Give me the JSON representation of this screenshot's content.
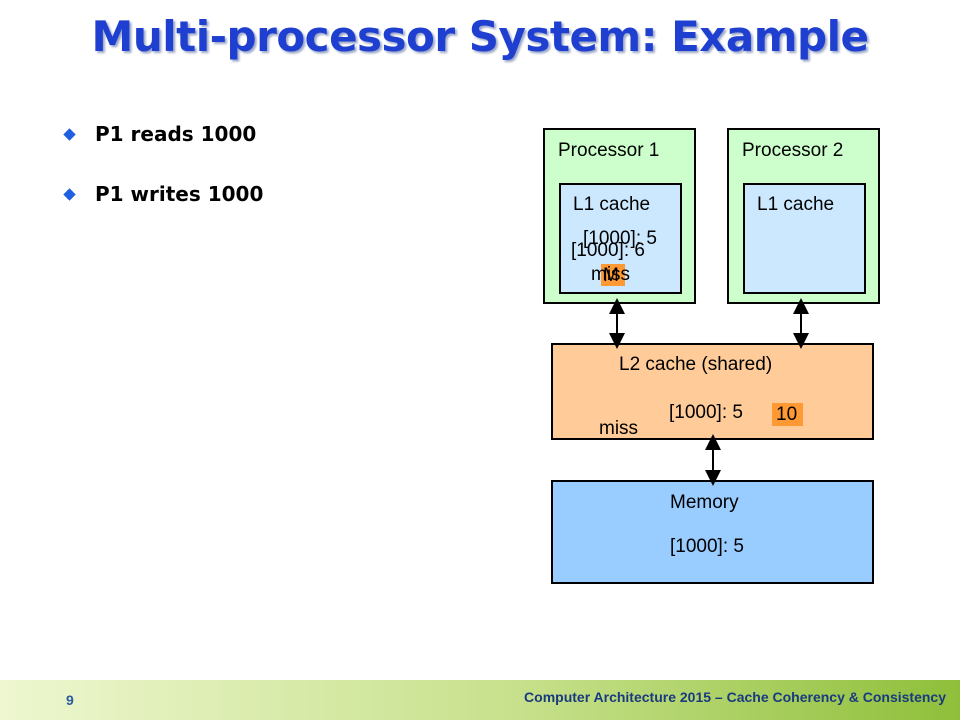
{
  "title": "Multi-processor System: Example",
  "bullets": [
    "P1 reads 1000",
    "P1 writes 1000"
  ],
  "processor1": {
    "label": "Processor 1",
    "l1_label": "L1 cache",
    "entry_old": "[1000]: 5",
    "entry_new": "[1000]: 6",
    "miss": "miss",
    "state": "M"
  },
  "processor2": {
    "label": "Processor 2",
    "l1_label": "L1 cache"
  },
  "l2": {
    "label": "L2 cache (shared)",
    "entry": "[1000]: 5",
    "new_value": "10",
    "miss": "miss"
  },
  "memory": {
    "label": "Memory",
    "entry": "[1000]: 5"
  },
  "footer": {
    "page": "9",
    "text": "Computer Architecture 2015 – Cache Coherency & Consistency"
  }
}
